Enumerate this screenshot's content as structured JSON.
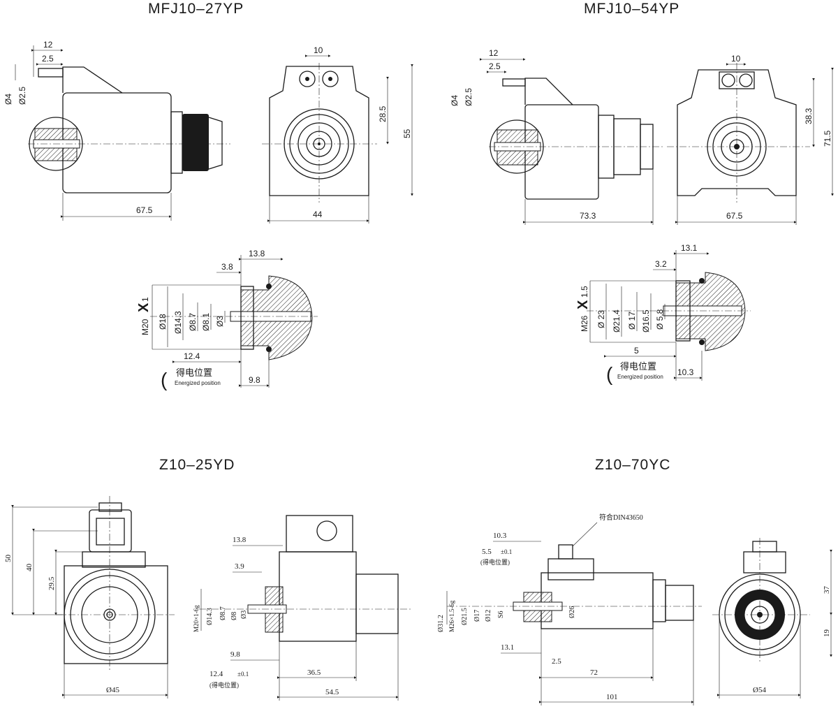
{
  "titles": {
    "t1": "MFJ10–27YP",
    "t2": "MFJ10–54YP",
    "t3": "Z10–25YD",
    "t4": "Z10–70YC"
  },
  "mfj27": {
    "d12": "12",
    "d2_5": "2.5",
    "dia4": "Ø4",
    "dia2_5": "Ø2.5",
    "d67_5": "67.5",
    "d10": "10",
    "d28_5": "28.5",
    "d55": "55",
    "d44": "44"
  },
  "mfj54": {
    "d12": "12",
    "d2_5": "2.5",
    "dia4": "Ø4",
    "dia2_5": "Ø2.5",
    "d73_3": "73.3",
    "d10": "10",
    "d38_3": "38.3",
    "d71_5": "71.5",
    "d67_5": "67.5"
  },
  "det27": {
    "d13_8": "13.8",
    "d3_8": "3.8",
    "m20": "M20",
    "m20x": "X",
    "m20p": "1",
    "dia18": "Ø18",
    "dia14_3": "Ø14.3",
    "dia8_7": "Ø8.7",
    "dia8_1": "Ø8.1",
    "dia3": "Ø3",
    "d12_4": "12.4",
    "pos_cn": "得电位置",
    "pos_en": "Energized position",
    "d9_8": "9.8"
  },
  "det54": {
    "d13_1": "13.1",
    "d3_2": "3.2",
    "m26": "M26",
    "m26x": "X",
    "m26p": "1.5",
    "dia23": "Ø 23",
    "dia21_4": "Ø21.4",
    "dia17": "Ø 17",
    "dia16_5": "Ø16.5",
    "dia5_8": "Ø 5.8",
    "d5": "5",
    "pos_cn": "得电位置",
    "pos_en": "Energized position",
    "d10_3": "10.3"
  },
  "z25": {
    "d50": "50",
    "d40": "40",
    "d29_5": "29.5",
    "dia45": "Ø45",
    "d13_8": "13.8",
    "d3_9": "3.9",
    "m20": "M20×1-6g",
    "dia14_3": "Ø14.3",
    "dia8_7": "Ø8.7",
    "dia8": "Ø8",
    "dia3": "Ø3",
    "d9_8": "9.8",
    "d12_4": "12.4",
    "tol": "±0.1",
    "pos": "(得电位置)",
    "d36_5": "36.5",
    "d54_5": "54.5"
  },
  "z70": {
    "din": "符合DIN43650",
    "d10_3": "10.3",
    "d5_5": "5.5",
    "tol": "±0.1",
    "pos": "(得电位置)",
    "dia31_2": "Ø31.2",
    "m26": "M26×1.5-6g",
    "dia21_5": "Ø21.5",
    "dia17": "Ø17",
    "dia12": "Ø12",
    "s6": "S6",
    "dia26": "Ø26",
    "d13_1": "13.1",
    "d2_5": "2.5",
    "d72": "72",
    "d101": "101",
    "d37": "37",
    "d19": "19",
    "dia54": "Ø54"
  }
}
